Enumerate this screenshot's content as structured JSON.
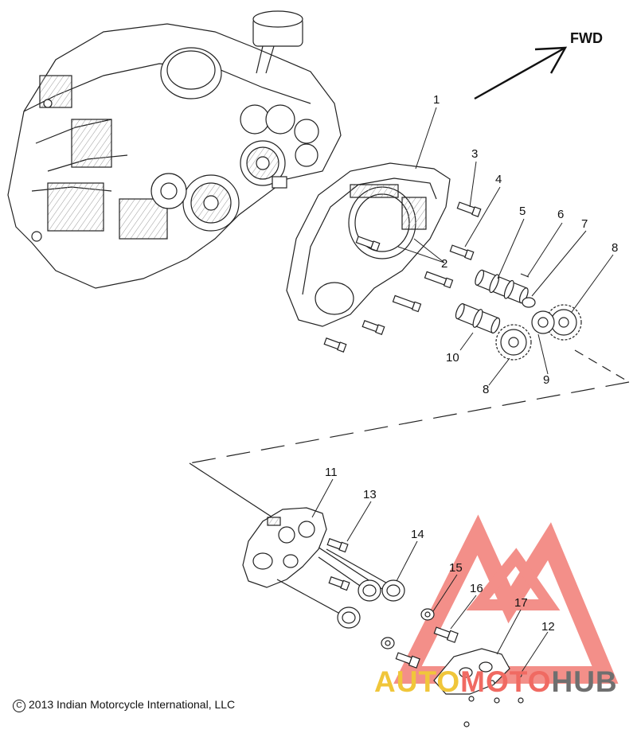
{
  "direction_label": "FWD",
  "callouts": {
    "c1": "1",
    "c2": "2",
    "c3": "3",
    "c4": "4",
    "c5": "5",
    "c6": "6",
    "c7": "7",
    "c8a": "8",
    "c8b": "8",
    "c9": "9",
    "c10": "10",
    "c11": "11",
    "c12": "12",
    "c13": "13",
    "c14": "14",
    "c15": "15",
    "c16": "16",
    "c17": "17"
  },
  "copyright": "2013 Indian Motorcycle International, LLC",
  "copyright_symbol": "C",
  "watermark": {
    "part1": "AUTO",
    "part2": "MOTO",
    "part3": "HUB"
  },
  "colors": {
    "line": "#222222",
    "watermark_red": "#f06a62",
    "watermark_gold": "#f0c63a",
    "watermark_gray": "#6f6f6f"
  }
}
